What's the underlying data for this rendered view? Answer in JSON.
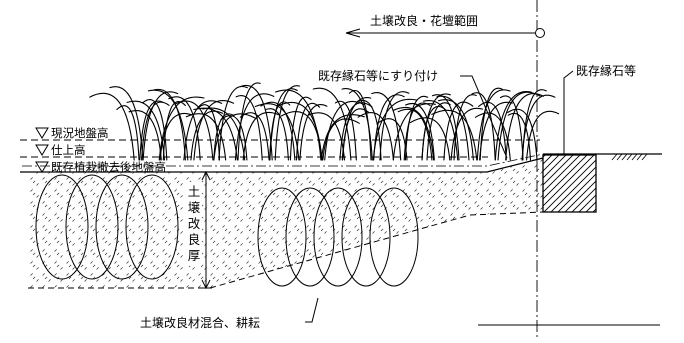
{
  "labels": {
    "range": "土壌改良・花壇範囲",
    "curb_attach": "既存縁石等にすり付け",
    "existing_curb": "既存縁石等",
    "existing_ground": "現況地盤高",
    "finish_level": "仕上高",
    "after_removal": "既存植栽撤去後地盤高",
    "depth_chars": [
      "土",
      "壌",
      "改",
      "良",
      "厚"
    ],
    "mixing": "土壌改良材混合、耕耘"
  }
}
